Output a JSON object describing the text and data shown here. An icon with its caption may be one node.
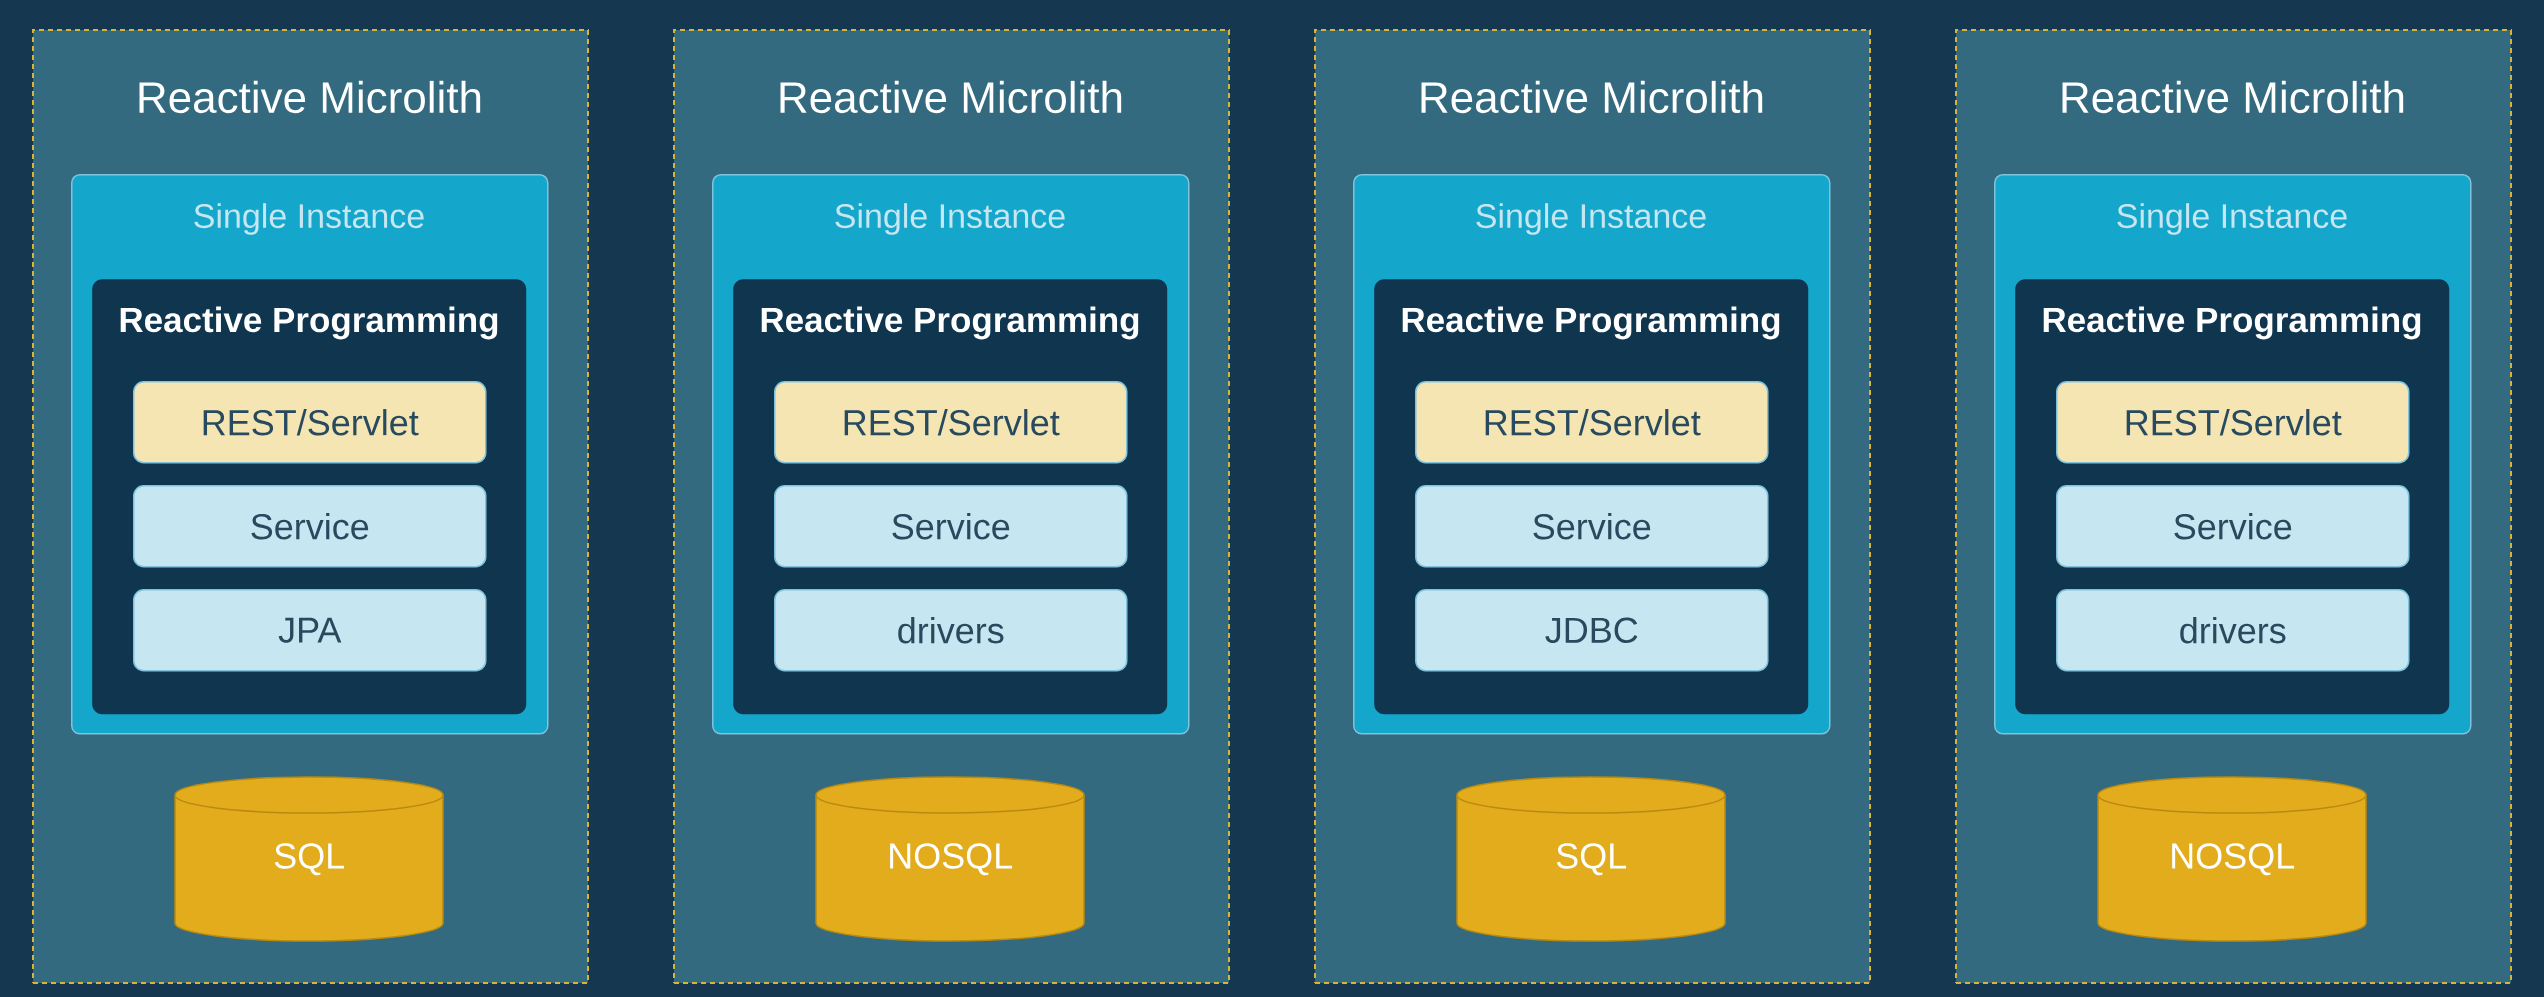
{
  "diagram": {
    "nodes": [
      {
        "text": [
          "Reactive Microlith"
        ]
      },
      {
        "text": [
          "Single Instance"
        ],
        "in": 0
      },
      {
        "text": [
          "Reactive Programming"
        ],
        "in": 1
      },
      {
        "text": [
          "REST/Servlet"
        ],
        "in": 2
      },
      {
        "text": [
          "Service"
        ],
        "in": 2
      },
      {
        "text": [
          "JPA"
        ],
        "in": 2
      },
      {
        "text": [
          "SQL"
        ],
        "in": 0
      },
      {
        "text": [
          "Reactive Microlith"
        ]
      },
      {
        "text": [
          "Single Instance"
        ],
        "in": 7
      },
      {
        "text": [
          "Reactive Programming"
        ],
        "in": 8
      },
      {
        "text": [
          "REST/Servlet"
        ],
        "in": 9
      },
      {
        "text": [
          "Service"
        ],
        "in": 9
      },
      {
        "text": [
          "drivers"
        ],
        "in": 9
      },
      {
        "text": [
          "NOSQL"
        ],
        "in": 7
      },
      {
        "text": [
          "Reactive Microlith"
        ]
      },
      {
        "text": [
          "Single Instance"
        ],
        "in": 14
      },
      {
        "text": [
          "Reactive Programming"
        ],
        "in": 15
      },
      {
        "text": [
          "REST/Servlet"
        ],
        "in": 16
      },
      {
        "text": [
          "Service"
        ],
        "in": 16
      },
      {
        "text": [
          "JDBC"
        ],
        "in": 16
      },
      {
        "text": [
          "SQL"
        ],
        "in": 14
      },
      {
        "text": [
          "Reactive Microlith"
        ]
      },
      {
        "text": [
          "Single Instance"
        ],
        "in": 21
      },
      {
        "text": [
          "Reactive Programming"
        ],
        "in": 22
      },
      {
        "text": [
          "REST/Servlet"
        ],
        "in": 23
      },
      {
        "text": [
          "Service"
        ],
        "in": 23
      },
      {
        "text": [
          "drivers"
        ],
        "in": 23
      },
      {
        "text": [
          "NOSQL"
        ],
        "in": 21
      }
    ]
  }
}
